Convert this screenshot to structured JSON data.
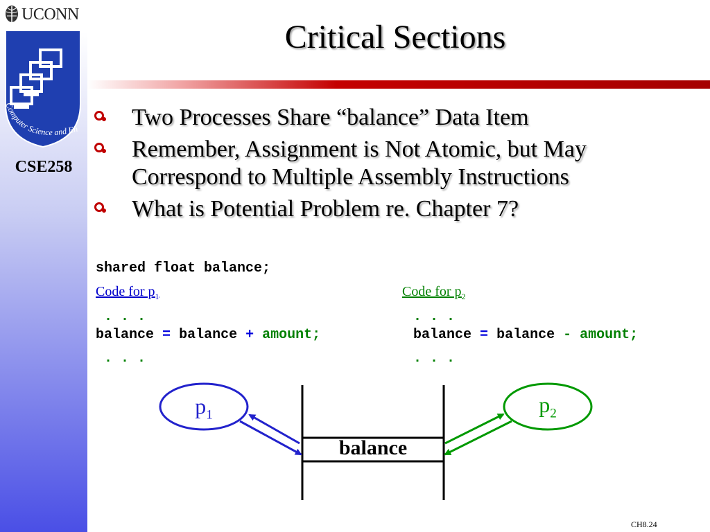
{
  "sidebar": {
    "brand": "UCONN",
    "logo_text": "Computer Science and Engineering",
    "course": "CSE258"
  },
  "slide": {
    "title": "Critical Sections",
    "bullets": [
      "Two Processes Share “balance” Data Item",
      "Remember, Assignment is Not Atomic, but May Correspond to Multiple Assembly Instructions",
      "What is Potential Problem re. Chapter 7?"
    ],
    "code": {
      "shared_decl": "shared float balance;",
      "p1": {
        "heading": "Code for p",
        "sub": "1",
        "dots_top": ". . .",
        "lhs": "balance",
        "eq": "=",
        "var": "balance",
        "op": "+",
        "rhs": "amount;",
        "dots_bottom": ". . ."
      },
      "p2": {
        "heading": "Code for p",
        "sub": "2",
        "dots_top": ". . .",
        "lhs": "balance",
        "eq": "=",
        "var": "balance",
        "op": "-",
        "rhs": "amount;",
        "dots_bottom": ". . ."
      }
    },
    "diagram": {
      "p1_label": "p",
      "p1_sub": "1",
      "p2_label": "p",
      "p2_sub": "2",
      "shared_label": "balance",
      "p1_color": "#2222cc",
      "p2_color": "#009900"
    },
    "page_number": "CH8.24"
  }
}
